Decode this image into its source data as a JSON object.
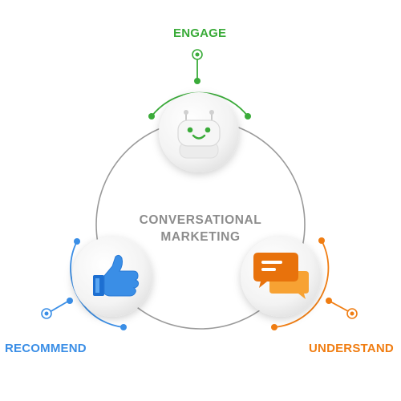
{
  "center": {
    "line1": "CONVERSATIONAL",
    "line2": "MARKETING"
  },
  "nodes": [
    {
      "label": "ENGAGE",
      "icon": "robot-icon",
      "color": "#3aab39"
    },
    {
      "label": "RECOMMEND",
      "icon": "thumbs-up-icon",
      "color": "#3a8ee6"
    },
    {
      "label": "UNDERSTAND",
      "icon": "chat-bubbles-icon",
      "color": "#f07d12"
    }
  ],
  "ring_color": "#9a9a9a"
}
